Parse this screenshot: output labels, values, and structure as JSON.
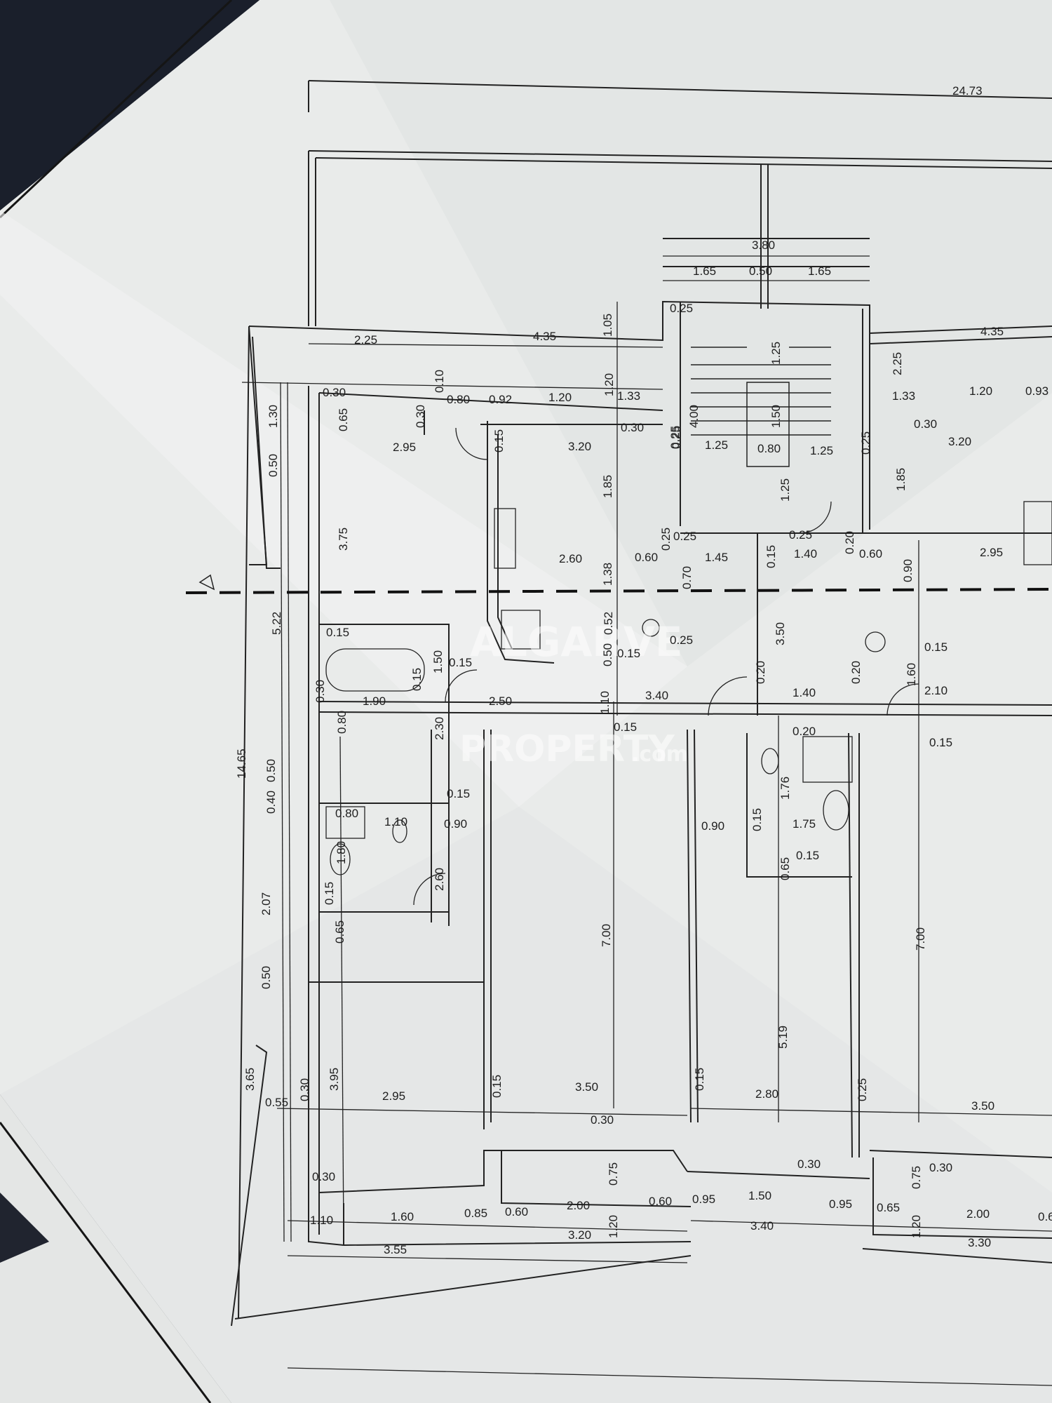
{
  "colors": {
    "paper": "#eceeed",
    "ink": "#222222",
    "background": "#1a1f2b"
  },
  "watermark": {
    "line1": "ALGARVE",
    "line2": "PROPERTY",
    "suffix": ".com"
  },
  "dimensions": {
    "overall_width": "24.73",
    "stair_total": "3.80",
    "stair_left": "1.65",
    "stair_mid": "0.50",
    "stair_right": "1.65",
    "stair_025_top": "0.25",
    "stair_150": "1.50",
    "stair_125a": "1.25",
    "stair_125b": "1.25",
    "stair_125c": "1.25",
    "stair_080": "0.80",
    "stair_125_side": "1.25",
    "stair_400": "4.00",
    "stair_025_left": "0.25",
    "stair_025_right": "0.25",
    "top_225": "2.25",
    "top_435_left": "4.35",
    "top_435_right": "4.35",
    "top_105": "1.05",
    "top_225_right": "2.25",
    "row_030": "0.30",
    "row_010": "0.10",
    "row_080": "0.80",
    "row_092": "0.92",
    "row_120": "1.20",
    "row_120b": "1.20",
    "row_133": "1.33",
    "row_133r": "1.33",
    "row_120r": "1.20",
    "row_093r": "0.93",
    "row_030r": "0.30",
    "left_130": "1.30",
    "left_050": "0.50",
    "left_065": "0.65",
    "left_030": "0.30",
    "room1_w": "2.95",
    "room1_h": "3.75",
    "kitchen_w": "3.20",
    "kitchen_w2": "2.60",
    "kitchen_015": "0.15",
    "kitchen_185": "1.85",
    "kitchen_138": "1.38",
    "k_030": "0.30",
    "k_025": "0.25",
    "lift_145": "1.45",
    "lift_060": "0.60",
    "lift_025a": "0.25",
    "lift_025b": "0.25",
    "lift_070": "0.70",
    "lift_015": "0.15",
    "lift_025c": "0.25",
    "hall_140": "1.40",
    "hall_025": "0.25",
    "hall_350": "3.50",
    "right_320": "3.20",
    "right_295": "2.95",
    "right_185": "1.85",
    "right_060": "0.60",
    "right_020": "0.20",
    "right_090": "0.90",
    "right_015": "0.15",
    "left_522": "5.22",
    "left_1465": "14.65",
    "bath_015": "0.15",
    "bath_190": "1.90",
    "bath_030": "0.30",
    "bath_080": "0.80",
    "bath_050": "0.50",
    "bath_040": "0.40",
    "corr_250": "2.50",
    "corr_015a": "0.15",
    "corr_015b": "0.15",
    "corr_150": "1.50",
    "corr_230": "2.30",
    "corr_052": "0.52",
    "corr_050": "0.50",
    "corr_110": "1.10",
    "corr_340": "3.40",
    "corr_015c": "0.15",
    "corr_015d": "0.15",
    "mid_020a": "0.20",
    "mid_140": "1.40",
    "mid_020b": "0.20",
    "mid_160": "1.60",
    "mid_210": "2.10",
    "mid_020c": "0.20",
    "mid_015r": "0.15",
    "wc_176": "1.76",
    "wc_090": "0.90",
    "wc_015": "0.15",
    "wc_175": "1.75",
    "wc_065": "0.65",
    "wc_015b": "0.15",
    "wc2_110": "1.10",
    "wc2_180": "1.80",
    "wc2_015": "0.15",
    "wc2_090": "0.90",
    "wc2_015b": "0.15",
    "wc2_080": "0.80",
    "hall2_260": "2.60",
    "left_207": "2.07",
    "left_050b": "0.50",
    "left_065b": "0.65",
    "bed_700a": "7.00",
    "bed_700b": "7.00",
    "bed_519": "5.19",
    "left_365": "3.65",
    "left_055": "0.55",
    "left_030b": "0.30",
    "room_395": "3.95",
    "room_295": "2.95",
    "room_015a": "0.15",
    "room_350": "3.50",
    "room_015b": "0.15",
    "room_280": "2.80",
    "room_025": "0.25",
    "room_350r": "3.50",
    "room_030a": "0.30",
    "room_030b": "0.30",
    "room_030c": "0.30",
    "room_030d": "0.30",
    "bal_075a": "0.75",
    "bal_075b": "0.75",
    "bot_110": "1.10",
    "bot_160": "1.60",
    "bot_085": "0.85",
    "bot_060a": "0.60",
    "bot_200a": "2.00",
    "bot_060b": "0.60",
    "bot_095a": "0.95",
    "bot_150": "1.50",
    "bot_095b": "0.95",
    "bot_065": "0.65",
    "bot_200b": "2.00",
    "bot_06r": "0.6",
    "bot_120a": "1.20",
    "bot_120b": "1.20",
    "bot_355": "3.55",
    "bot_320": "3.20",
    "bot_340": "3.40",
    "bot_330": "3.30"
  }
}
